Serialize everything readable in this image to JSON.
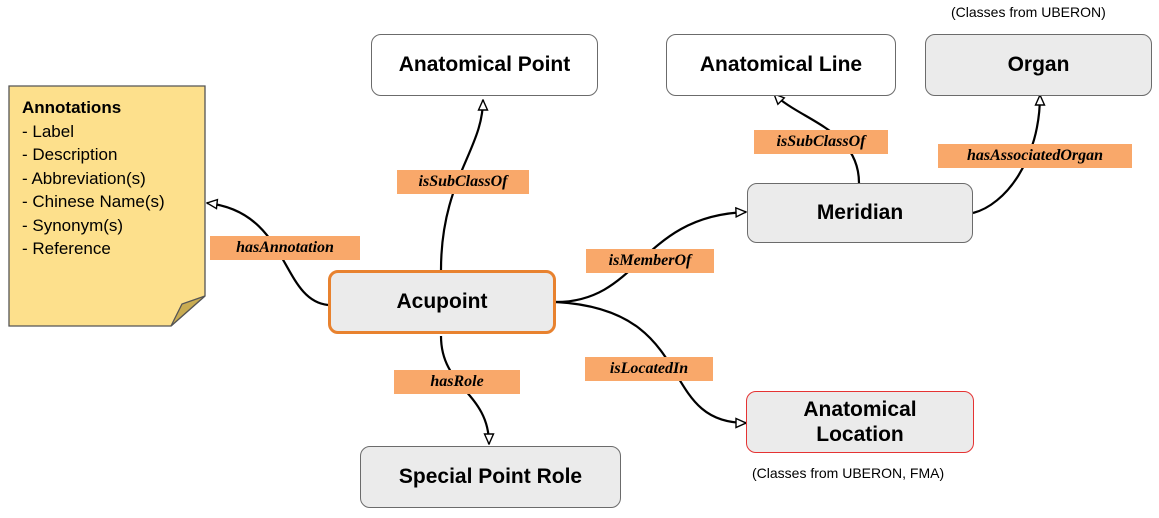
{
  "nodes": {
    "anatomical_point": "Anatomical Point",
    "anatomical_line": "Anatomical Line",
    "organ": "Organ",
    "meridian": "Meridian",
    "acupoint": "Acupoint",
    "special_point_role": "Special Point Role",
    "anatomical_location_line1": "Anatomical",
    "anatomical_location_line2": "Location"
  },
  "relations": {
    "acupoint_to_point": "isSubClassOf",
    "meridian_to_line": "isSubClassOf",
    "has_associated_organ": "hasAssociatedOrgan",
    "has_annotation": "hasAnnotation",
    "is_member_of": "isMemberOf",
    "has_role": "hasRole",
    "is_located_in": "isLocatedIn"
  },
  "annotations": {
    "title": "Annotations",
    "items": [
      "- Label",
      "- Description",
      "- Abbreviation(s)",
      "- Chinese Name(s)",
      "- Synonym(s)",
      "- Reference"
    ]
  },
  "captions": {
    "uberon": "(Classes from UBERON)",
    "uberon_fma": "(Classes from UBERON, FMA)"
  },
  "colors": {
    "relation_label": "#f9a86a",
    "acupoint_border": "#e8822f",
    "location_border": "#e53333",
    "note_fill": "#fde08c",
    "node_fill_grey": "#ebebeb"
  }
}
